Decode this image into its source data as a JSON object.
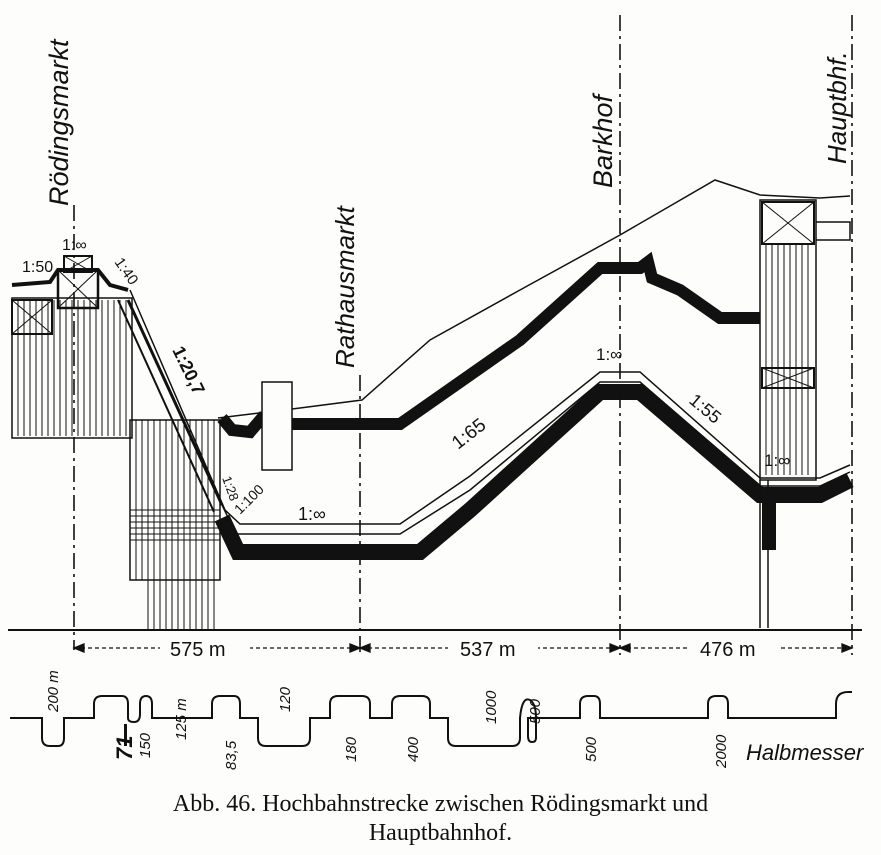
{
  "stations": [
    {
      "name": "Rödingsmarkt"
    },
    {
      "name": "Rathausmarkt"
    },
    {
      "name": "Barkhof"
    },
    {
      "name": "Hauptbhf."
    }
  ],
  "gradients": {
    "g1": "1:50",
    "g2": "1:∞",
    "g3": "1:40",
    "g4": "1:20,7",
    "g5": "1:28",
    "g6": "1:100",
    "g7": "1:∞",
    "g8": "1:65",
    "g9": "1:∞",
    "g10": "1:55",
    "g11": "1:∞"
  },
  "distances": [
    "575 m",
    "537 m",
    "476 m"
  ],
  "radii": {
    "r1": "200 m",
    "r2": "71",
    "r3": "150",
    "r4": "125 m",
    "r5": "83,5",
    "r6": "120",
    "r7": "180",
    "r8": "400",
    "r9": "1000",
    "r10": "500",
    "r11": "500",
    "r12": "2000"
  },
  "radius_label": "Halbmesser",
  "caption": {
    "line1": "Abb. 46. Hochbahnstrecke zwischen Rödingsmarkt und",
    "line2": "Hauptbahnhof."
  },
  "colors": {
    "ink": "#111111",
    "paper": "#fdfdfb"
  }
}
